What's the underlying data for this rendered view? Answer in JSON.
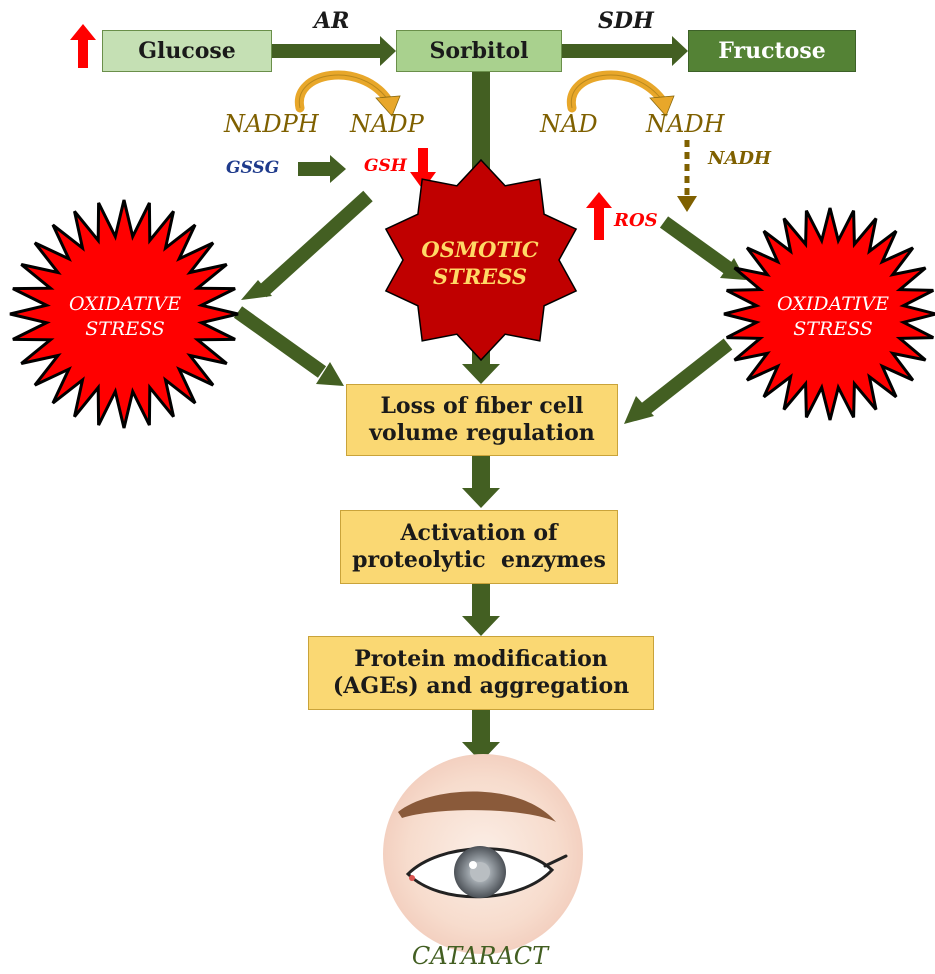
{
  "nodes": {
    "glucose": "Glucose",
    "sorbitol": "Sorbitol",
    "fructose": "Fructose",
    "loss_volume_line1": "Loss of fiber cell",
    "loss_volume_line2": "volume regulation",
    "activation_line1": "Activation of",
    "activation_line2": "proteolytic  enzymes",
    "protein_line1": "Protein modification",
    "protein_line2": "(AGEs) and aggregation"
  },
  "enzymes": {
    "ar": "AR",
    "sdh": "SDH"
  },
  "cofactors": {
    "nadph": "NADPH",
    "nadp": "NADP",
    "nad": "NAD",
    "nadh": "NADH",
    "nadh_small": "NADH",
    "gssg": "GSSG",
    "gsh": "GSH",
    "ros": "ROS"
  },
  "stress": {
    "oxidative_left_line1": "OXIDATIVE",
    "oxidative_left_line2": "STRESS",
    "osmotic_line1": "OSMOTIC",
    "osmotic_line2": "STRESS",
    "oxidative_right_line1": "OXIDATIVE",
    "oxidative_right_line2": "STRESS"
  },
  "outcome": {
    "cataract": "CATARACT"
  },
  "colors": {
    "arrow_green": "#435f22",
    "light_green_box": "#a9d18e",
    "dark_green_box": "#548235",
    "yellow_box": "#fad873",
    "red_up_down": "#ff0000",
    "cofactor_olive": "#7f6000",
    "curved_arrow": "#e8a72a",
    "gssg_blue": "#1f3b8c",
    "star_red": "#ff0000",
    "octagon_red": "#c00000",
    "osmotic_text": "#ffd966"
  },
  "icons": {
    "glucose_up": "red-up-arrow-icon",
    "gsh_down": "red-down-arrow-icon",
    "ros_up": "red-up-arrow-icon",
    "eye": "eye-illustration"
  }
}
